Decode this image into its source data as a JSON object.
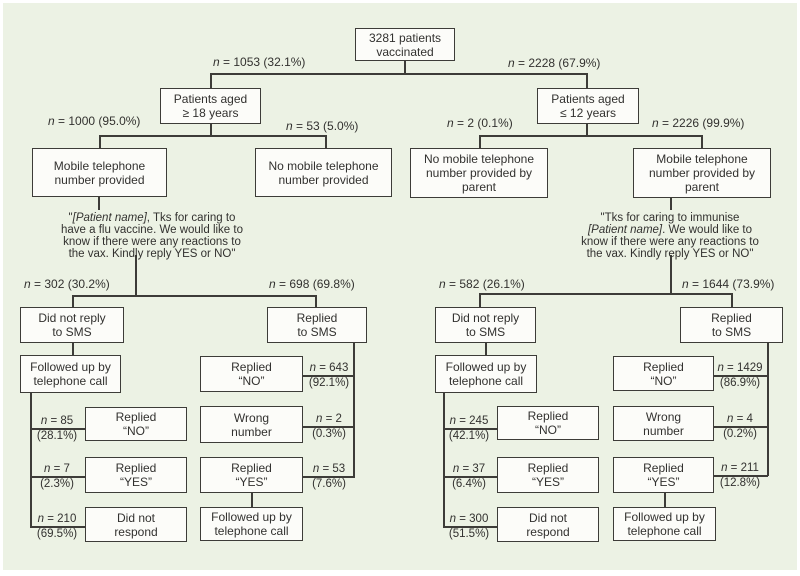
{
  "figure": {
    "description_title": ""
  },
  "palette": {
    "page_background": "#ffffff",
    "panel_background": "#ecf2e4",
    "box_fill": "#fcfcf9",
    "line_color": "#3d3c38",
    "text_color": "#32312f"
  },
  "boxes": {
    "root": [
      "3281 patients",
      "vaccinated"
    ],
    "aged18": [
      "Patients aged",
      "≥ 18 years"
    ],
    "aged12": [
      "Patients aged",
      "≤ 12 years"
    ],
    "mobile18": [
      "Mobile telephone",
      "number provided"
    ],
    "no_mobile18": [
      "No mobile telephone",
      "number provided"
    ],
    "no_mobile12": [
      "No mobile telephone",
      "number provided by",
      "parent"
    ],
    "mobile12": [
      "Mobile telephone",
      "number provided by",
      "parent"
    ],
    "no_reply18": [
      "Did not reply",
      "to SMS"
    ],
    "reply18": [
      "Replied",
      "to SMS"
    ],
    "followup18": [
      "Followed up by",
      "telephone call"
    ],
    "call_no18": [
      "Replied",
      "“NO”"
    ],
    "call_yes18": [
      "Replied",
      "“YES”"
    ],
    "call_none18": [
      "Did not",
      "respond"
    ],
    "sms_no18": [
      "Replied",
      "“NO”"
    ],
    "wrong18": [
      "Wrong",
      "number"
    ],
    "sms_yes18": [
      "Replied",
      "“YES”"
    ],
    "sms_followup18": [
      "Followed up by",
      "telephone call"
    ],
    "no_reply12": [
      "Did not reply",
      "to SMS"
    ],
    "reply12": [
      "Replied",
      "to SMS"
    ],
    "followup12": [
      "Followed up by",
      "telephone call"
    ],
    "call_no12": [
      "Replied",
      "“NO”"
    ],
    "call_yes12": [
      "Replied",
      "“YES”"
    ],
    "call_none12": [
      "Did not",
      "respond"
    ],
    "sms_no12": [
      "Replied",
      "“NO”"
    ],
    "wrong12": [
      "Wrong",
      "number"
    ],
    "sms_yes12": [
      "Replied",
      "“YES”"
    ],
    "sms_followup12": [
      "Followed up by",
      "telephone call"
    ]
  },
  "stats": {
    "aged18": "n = 1053 (32.1%)",
    "aged12": "n = 2228 (67.9%)",
    "mobile18": "n = 1000 (95.0%)",
    "no_mobile18": "n = 53 (5.0%)",
    "no_mobile12": "n = 2 (0.1%)",
    "mobile12": "n = 2226 (99.9%)",
    "no_reply18": "n = 302 (30.2%)",
    "reply18": "n = 698 (69.8%)",
    "no_reply12": "n = 582 (26.1%)",
    "reply12": "n = 1644 (73.9%)"
  },
  "side_stats": {
    "sms_no18": {
      "n": "n = 643",
      "pct": "(92.1%)"
    },
    "wrong18": {
      "n": "n = 2",
      "pct": "(0.3%)"
    },
    "sms_yes18": {
      "n": "n = 53",
      "pct": "(7.6%)"
    },
    "call_no18": {
      "n": "n = 85",
      "pct": "(28.1%)"
    },
    "call_yes18": {
      "n": "n = 7",
      "pct": "(2.3%)"
    },
    "call_none18": {
      "n": "n = 210",
      "pct": "(69.5%)"
    },
    "call_no12": {
      "n": "n = 245",
      "pct": "(42.1%)"
    },
    "call_yes12": {
      "n": "n = 37",
      "pct": "(6.4%)"
    },
    "call_none12": {
      "n": "n = 300",
      "pct": "(51.5%)"
    },
    "sms_no12": {
      "n": "n = 1429",
      "pct": "(86.9%)"
    },
    "sms_wrong12": {
      "n": "n = 4",
      "pct": "(0.2%)"
    },
    "sms_yes12": {
      "n": "n = 211",
      "pct": "(12.8%)"
    }
  },
  "sms_messages": {
    "adults": [
      {
        "t": "\""
      },
      {
        "t": "[Patient name]",
        "i": true
      },
      {
        "t": ", Tks for caring to"
      },
      {
        "br": true
      },
      {
        "t": "have a flu vaccine. We would like to"
      },
      {
        "br": true
      },
      {
        "t": "know if there were any reactions to"
      },
      {
        "br": true
      },
      {
        "t": "the vax. Kindly reply YES or NO\""
      }
    ],
    "children": [
      {
        "t": "\"Tks for caring to immunise"
      },
      {
        "br": true
      },
      {
        "t": "[Patient name]",
        "i": true
      },
      {
        "t": ".  We would like to"
      },
      {
        "br": true
      },
      {
        "t": "know if there were any reactions to"
      },
      {
        "br": true
      },
      {
        "t": "the vax. Kindly reply YES or NO\""
      }
    ]
  }
}
